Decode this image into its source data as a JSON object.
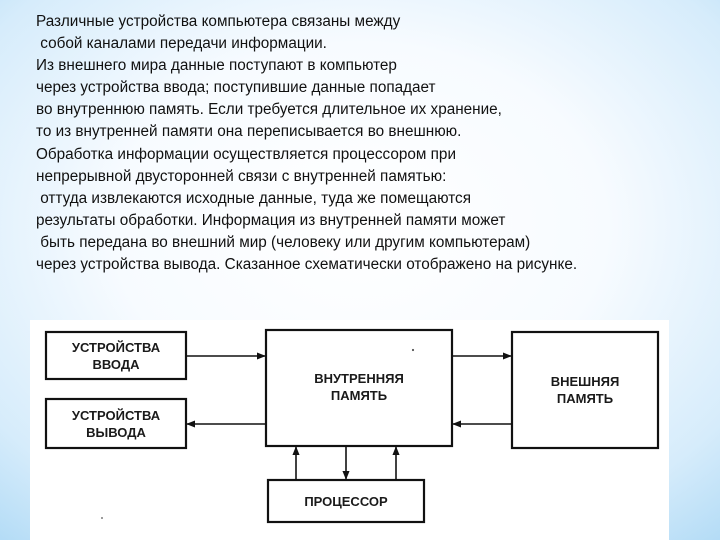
{
  "text_lines": [
    "Различные устройства компьютера связаны между",
    " собой каналами передачи информации.",
    "Из внешнего мира данные поступают в компьютер",
    "через устройства ввода; поступившие данные попадает",
    "во внутреннюю память. Если требуется длительное их хранение,",
    "то из внутренней памяти она переписывается во внешнюю.",
    "Обработка информации осуществляется процессором при",
    "непрерывной двусторонней связи с внутренней памятью:",
    " оттуда извлекаются исходные данные, туда же помещаются",
    "результаты обработки. Информация из внутренней памяти может",
    " быть передана во внешний мир (человеку или другим компьютерам)",
    "через устройства вывода. Сказанное схематически отображено на рисунке."
  ],
  "diagram": {
    "input_devices": {
      "line1": "УСТРОЙСТВА",
      "line2": "ВВОДА"
    },
    "output_devices": {
      "line1": "УСТРОЙСТВА",
      "line2": "ВЫВОДА"
    },
    "internal_memory": {
      "line1": "ВНУТРЕННЯЯ",
      "line2": "ПАМЯТЬ"
    },
    "external_memory": {
      "line1": "ВНЕШНЯЯ",
      "line2": "ПАМЯТЬ"
    },
    "processor": {
      "line1": "ПРОЦЕССОР"
    }
  },
  "colors": {
    "text": "#111111",
    "diagram_stroke": "#111111",
    "background_edge": "#9fd2f3"
  }
}
